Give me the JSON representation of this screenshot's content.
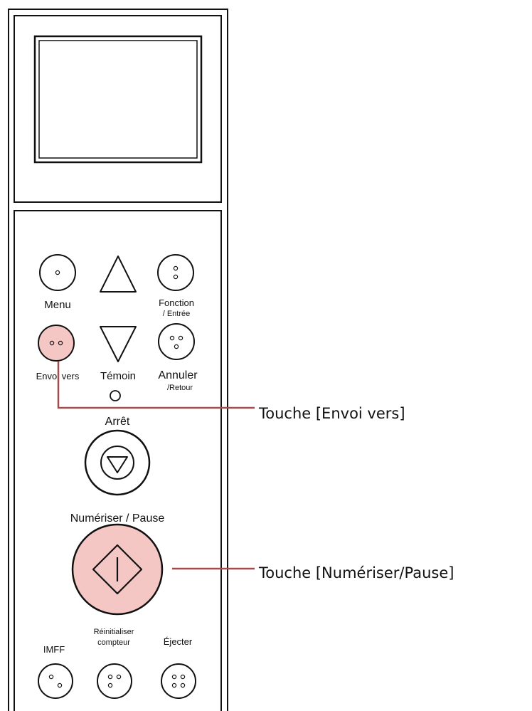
{
  "colors": {
    "outline": "#111111",
    "panel_background": "#ffffff",
    "highlight_fill": "#f4c6c4",
    "callout_line": "#a54b4b"
  },
  "buttons": {
    "menu": {
      "label": "Menu",
      "icon": "one-dot-icon"
    },
    "up": {
      "icon": "triangle-up-icon"
    },
    "function": {
      "label": "Fonction",
      "sublabel": "/ Entrée",
      "icon": "two-dot-vertical-icon"
    },
    "send_to": {
      "label": "Envoi vers",
      "icon": "two-dot-horizontal-icon",
      "highlighted": true
    },
    "down": {
      "icon": "triangle-down-icon"
    },
    "cancel": {
      "label": "Annuler",
      "sublabel": "/Retour",
      "icon": "three-dot-icon"
    },
    "indicator": {
      "label": "Témoin",
      "icon": "led-indicator-icon"
    },
    "stop": {
      "label": "Arrêt",
      "icon": "stop-circle-triangle-icon"
    },
    "scan_pause": {
      "label": "Numériser / Pause",
      "icon": "diamond-power-icon",
      "highlighted": true
    },
    "imff": {
      "label": "IMFF",
      "icon": "two-dot-diagonal-icon"
    },
    "reset_counter": {
      "label_line1": "Réinitialiser",
      "label_line2": "compteur",
      "icon": "three-dot-icon"
    },
    "eject": {
      "label": "Éjecter",
      "icon": "four-dot-icon"
    }
  },
  "callouts": {
    "send_to": "Touche [Envoi vers]",
    "scan_pause": "Touche [Numériser/Pause]"
  }
}
